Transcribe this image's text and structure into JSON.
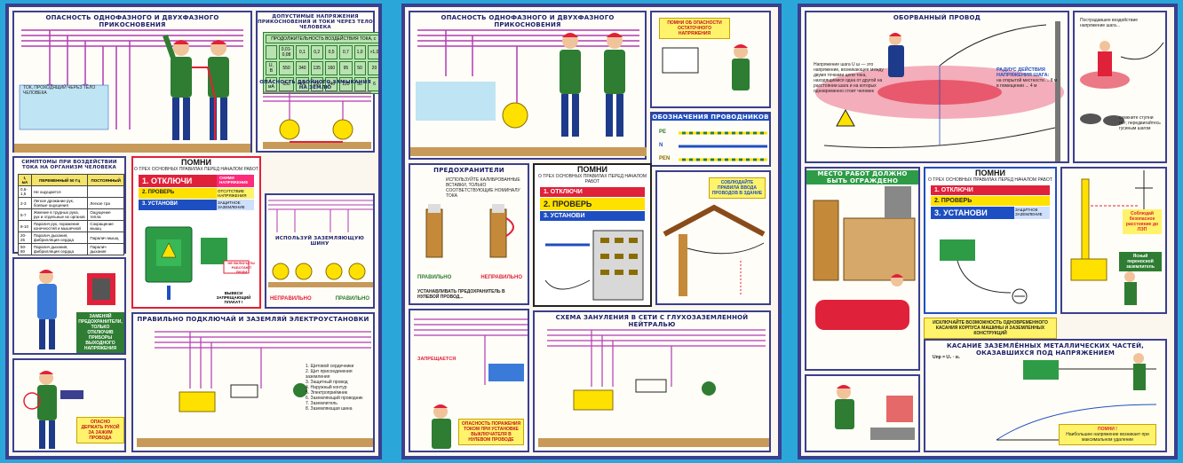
{
  "poster1": {
    "panel_touch_title": "ОПАСНОСТЬ ОДНОФАЗНОГО И ДВУХФАЗНОГО ПРИКОСНОВЕНИЯ",
    "panel_voltage_title": "ДОПУСТИМЫЕ НАПРЯЖЕНИЯ ПРИКОСНОВЕНИЯ И ТОКИ ЧЕРЕЗ ТЕЛО ЧЕЛОВЕКА",
    "duration_header": "ПРОДОЛЖИТЕЛЬНОСТЬ ВОЗДЕЙСТВИЯ ТОКА, с",
    "voltage_table": {
      "header": [
        "0,01-0,08",
        "0,1",
        "0,2",
        "0,5",
        "0,7",
        "1,0",
        ">1,0"
      ],
      "rows": [
        [
          "U, В",
          "550",
          "340",
          "135",
          "160",
          "95",
          "50",
          "20"
        ],
        [
          "I, мА",
          "650",
          "400",
          "190",
          "140",
          "125",
          "50",
          "6"
        ]
      ]
    },
    "double_fault_title": "ОПАСНОСТЬ ДВОЙНОГО ЗАМЫКАНИЯ НА ЗЕМЛЮ",
    "current_note": "ТОК, ПРОХОДЯЩИЙ ЧЕРЕЗ ТЕЛО ЧЕЛОВЕКА",
    "symptoms_title": "СИМПТОМЫ ПРИ ВОЗДЕЙСТВИИ ТОКА НА ОРГАНИЗМ ЧЕЛОВЕКА",
    "symptoms_headers": [
      "I, мА",
      "ПЕРЕМЕННЫЙ 50 Гц",
      "ПОСТОЯННЫЙ"
    ],
    "symptoms_rows": [
      [
        "0,6-1,5",
        "Не ощущается",
        ""
      ],
      [
        "2-3",
        "Легкое дрожание рук, боевые ощущения",
        "Легкое тра"
      ],
      [
        "5-7",
        "Жжение в трудных рука, рук и отдельные их органов",
        "Ощущение тепла"
      ],
      [
        "8-10",
        "Паралич рук, поражение конечностей и мышечной",
        "Сокращение мышц"
      ],
      [
        "20-25",
        "Паралич дыхания, фибрилляция сердца",
        "Паралич мышц"
      ],
      [
        "50-80",
        "Паралич дыхания, фибрилляция сердца",
        "Паралич дыхания"
      ]
    ],
    "remember_title": "ПОМНИ",
    "remember_subtitle": "О ТРЕХ ОСНОВНЫХ ПРАВИЛАХ ПЕРЕД НАЧАЛОМ РАБОТ",
    "rule1": "1. ОТКЛЮЧИ",
    "rule1_note": "СНИМИ НАПРЯЖЕНИЕ",
    "rule2": "2. ПРОВЕРЬ",
    "rule2_note": "ОТСУТСТВИЕ НАПРЯЖЕНИЯ",
    "rule3": "3. УСТАНОВИ",
    "rule3_note": "ЗАЩИТНОЕ ЗАЗЕМЛЕНИЕ",
    "warning_plate": "НЕ ВКЛЮЧАТЬ! РАБОТАЮТ ЛЮДИ",
    "plate_caption": "ВЫВЕСИ ЗАПРЕЩАЮЩИЙ ПЛАКАТ !",
    "busbar_title": "ИСПОЛЬЗУЙ ЗАЗЕМЛЯЮЩУЮ ШИНУ",
    "wrong": "НЕПРАВИЛЬНО",
    "right": "ПРАВИЛЬНО",
    "ground_title": "ПРАВИЛЬНО ПОДКЛЮЧАЙ И ЗАЗЕМЛЯЙ ЭЛЕКТРОУСТАНОВКИ",
    "replace_note": "ЗАМЕНЯЙ ПРЕДОХРАНИТЕЛИ, ТОЛЬКО ОТКЛЮЧИВ ПРИБОРЫ ВЫХОДНОГО НАПРЯЖЕНИЯ",
    "drill_note": "ОПАСНО ДЕРЖАТЬ РУКОЙ ЗА ЗАЖИМ ПРОВОДА",
    "legend": [
      "1. Щитовой сердечники",
      "2. Щит присоединения заземления",
      "3. Защитный провод",
      "4. Наружный контур",
      "5. Электроприёмник",
      "6. Заземляющий проводник",
      "7. Заземлитель",
      "8. Заземляющая шина"
    ]
  },
  "poster2": {
    "panel_touch_title": "ОПАСНОСТЬ ОДНОФАЗНОГО И ДВУХФАЗНОГО ПРИКОСНОВЕНИЯ",
    "tag_note": "ПОМНИ ОБ ОПАСНОСТИ ОСТАТОЧНОГО НАПРЯЖЕНИЯ",
    "conductors_title": "ОБОЗНАЧЕНИЯ ПРОВОДНИКОВ",
    "conductors": [
      "PE",
      "N",
      "PEN"
    ],
    "fuses_title": "ПРЕДОХРАНИТЕЛИ",
    "fuses_note": "ИСПОЛЬЗУЙТЕ КАЛИБРОВАННЫЕ ВСТАВКИ, ТОЛЬКО СООТВЕТСТВУЮЩИЕ НОМИНАЛУ ТОКА",
    "remember_title": "ПОМНИ",
    "remember_subtitle": "О ТРЕХ ОСНОВНЫХ ПРАВИЛАХ ПЕРЕД НАЧАЛОМ РАБОТ",
    "rule1": "1. ОТКЛЮЧИ",
    "rule2": "2. ПРОВЕРЬ",
    "rule3": "3. УСТАНОВИ",
    "right": "ПРАВИЛЬНО",
    "wrong": "НЕПРАВИЛЬНО",
    "fuse_note": "УСТАНАВЛИВАТЬ ПРЕДОХРАНИТЕЛЬ В НУЛЕВОЙ ПРОВОД...",
    "input_note": "СОБЛЮДАЙТЕ ПРАВИЛА ВВОДА ПРОВОДОВ В ЗДАНИЕ",
    "forbidden": "ЗАПРЕЩАЕТСЯ",
    "danger_note": "ОПАСНОСТЬ ПОРАЖЕНИЯ ТОКОМ ПРИ УСТАНОВКЕ ВЫКЛЮЧАТЕЛЯ В НУЛЕВОМ ПРОВОДЕ",
    "scheme_title": "СХЕМА ЗАНУЛЕНИЯ В СЕТИ С ГЛУХОЗАЗЕМЛЕННОЙ НЕЙТРАЛЬЮ"
  },
  "poster3": {
    "wire_title": "ОБОРВАННЫЙ ПРОВОД",
    "step_note": "Напряжение шага U ш — это напряжение, возникающее между двумя точками цепи тока, находящимися одна от другой на расстоянии шага и на которых одновременно стоит человек",
    "radius_title": "РАДИУС ДЕЙСТВИЯ НАПРЯЖЕНИЯ ШАГА:",
    "radius_open": "на открытой местности ... 8 м",
    "radius_room": "в помещении ... 4 м",
    "right_top_note": "Пострадавшее воздействие напряжение шага...",
    "exit_note": "сомкните ступни ног; передвигайтесь гусиным шагом",
    "fence_title": "МЕСТО РАБОТ ДОЛЖНО БЫТЬ ОГРАЖДЕНО",
    "remember_title": "ПОМНИ",
    "remember_subtitle": "О ТРЕХ ОСНОВНЫХ ПРАВИЛАХ ПЕРЕД НАЧАЛОМ РАБОТ",
    "rule1": "1. ОТКЛЮЧИ",
    "rule2": "2. ПРОВЕРЬ",
    "rule3": "3. УСТАНОВИ",
    "rule3_note": "ЗАЩИТНОЕ ЗАЗЕМЛЕНИЕ",
    "crane_note": "Соблюдай безопасное расстояние до ЛЭП",
    "ground_tag": "Ясный переносной заземлитель",
    "exclude_note": "ИСКЛЮЧАЙТЕ ВОЗМОЖНОСТЬ ОДНОВРЕМЕННОГО КАСАНИЯ КОРПУСА МАШИНЫ И ЗАЗЕМЛЕННЫХ КОНСТРУКЦИЙ",
    "touch_title": "КАСАНИЕ ЗАЗЕМЛЁННЫХ МЕТАЛЛИЧЕСКИХ ЧАСТЕЙ, ОКАЗАВШИХСЯ ПОД НАПРЯЖЕНИЕМ",
    "formula": "Uпр = U₃ · α₁",
    "remember_bottom": "ПОМНИ !",
    "remember_bottom_note": "Наибольшее напряжение возникает при максимальном удалении"
  }
}
